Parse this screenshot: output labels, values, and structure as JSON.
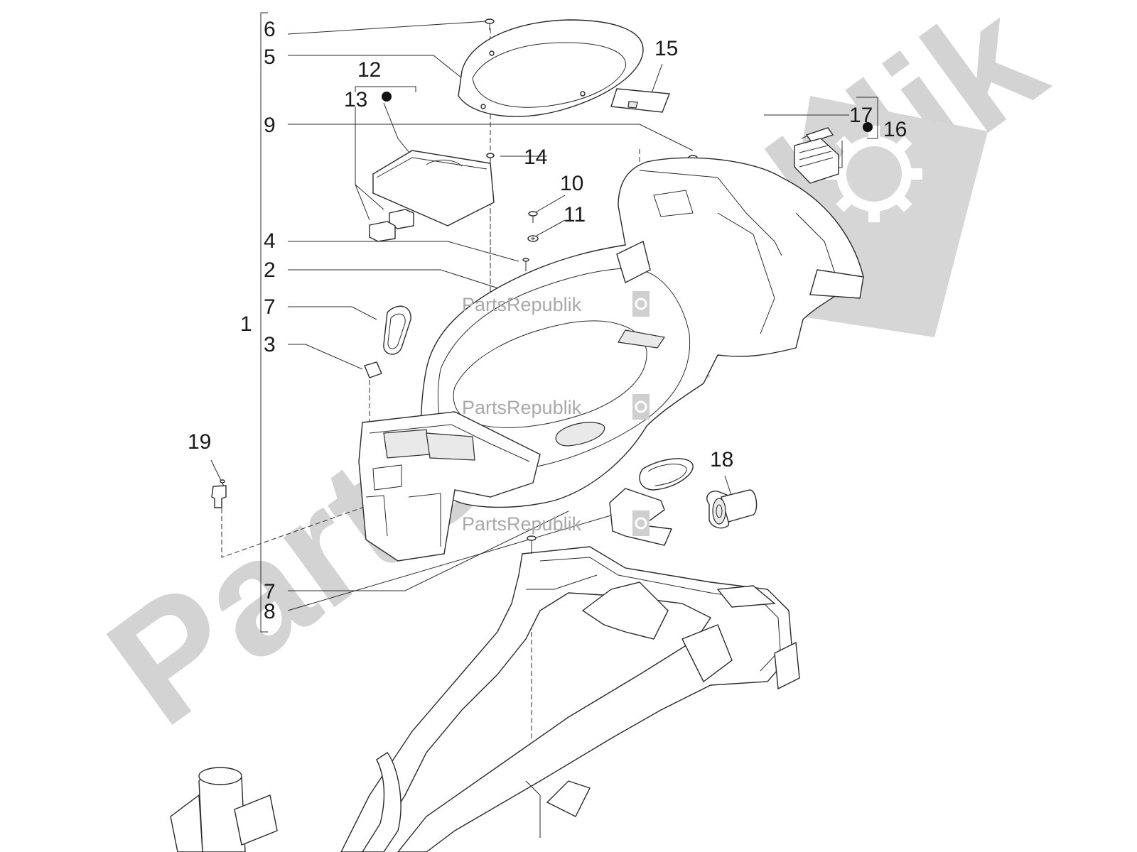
{
  "watermarks": {
    "brand": "PartsRepublik",
    "big_text": "PartsRepublik"
  },
  "callouts": {
    "n1": "1",
    "n2": "2",
    "n3": "3",
    "n4": "4",
    "n5": "5",
    "n6": "6",
    "n7a": "7",
    "n7b": "7",
    "n8": "8",
    "n9": "9",
    "n10": "10",
    "n11": "11",
    "n12": "12",
    "n13": "13",
    "n14": "14",
    "n15": "15",
    "n16": "16",
    "n17": "17",
    "n18": "18",
    "n19": "19"
  },
  "icons": {
    "gear": "gear-icon",
    "bullet": "bullet-dot-icon"
  },
  "colors": {
    "watermark": "#d3d3d3",
    "line": "#2a2a2a",
    "text": "#1a1a1a"
  }
}
